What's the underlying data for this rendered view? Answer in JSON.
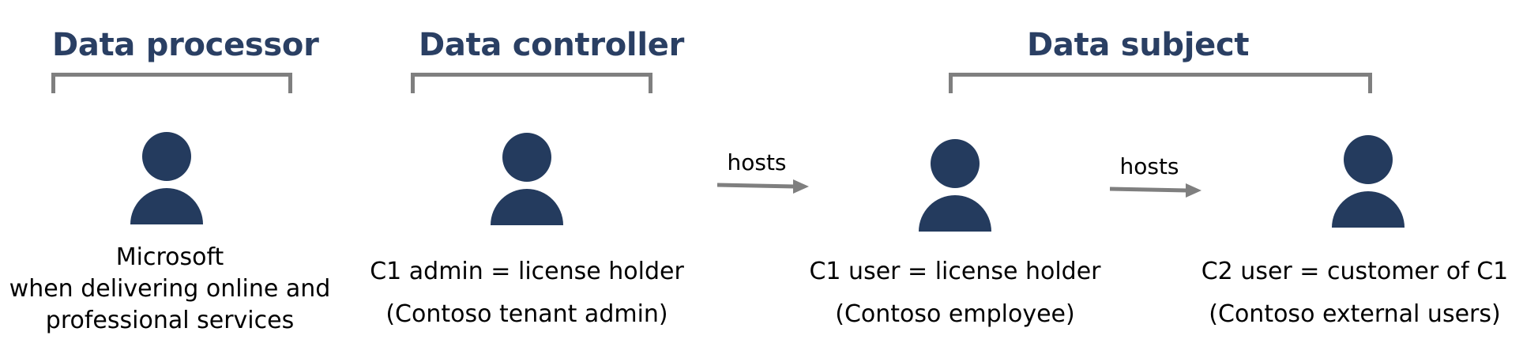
{
  "groups": {
    "processor": {
      "title": "Data processor"
    },
    "controller": {
      "title": "Data controller"
    },
    "subject": {
      "title": "Data subject"
    }
  },
  "actors": [
    {
      "id": "microsoft",
      "icon": "person-icon",
      "lines": [
        "Microsoft",
        "when delivering online and",
        "professional services"
      ]
    },
    {
      "id": "c1-admin",
      "icon": "person-icon",
      "lines": [
        "C1 admin = license holder",
        "(Contoso tenant admin)"
      ]
    },
    {
      "id": "c1-user",
      "icon": "person-icon",
      "lines": [
        "C1 user = license holder",
        "(Contoso employee)"
      ]
    },
    {
      "id": "c2-user",
      "icon": "person-icon",
      "lines": [
        "C2 user = customer of C1",
        "(Contoso external users)"
      ]
    }
  ],
  "relations": [
    {
      "label": "hosts",
      "from": "c1-admin",
      "to": "c1-user"
    },
    {
      "label": "hosts",
      "from": "c1-user",
      "to": "c2-user"
    }
  ],
  "colors": {
    "heading": "#2a3f63",
    "icon": "#243b5e",
    "bracket": "#7f7f7f",
    "arrow": "#7f7f7f",
    "text": "#000000"
  }
}
